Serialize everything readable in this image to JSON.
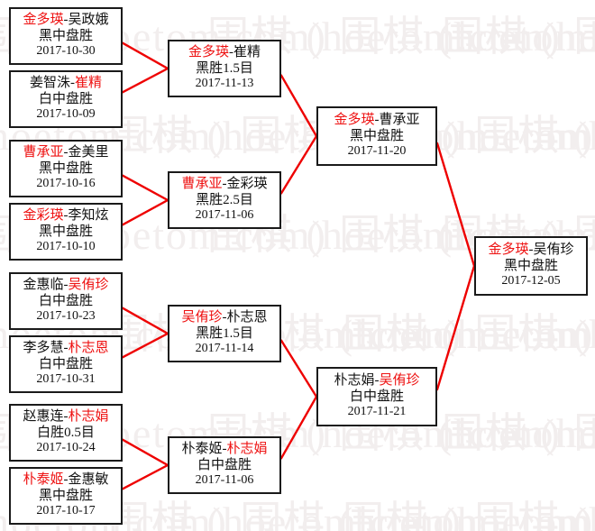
{
  "watermark": {
    "text": "围棋 (hoetom.com)",
    "color": "#f2eeee"
  },
  "colors": {
    "winner": "#ee1111",
    "loser": "#111111",
    "connector": "#ee0000",
    "box_border": "#1a1a1a",
    "background": "#ffffff"
  },
  "bracket": {
    "rounds": [
      {
        "name": "round-of-16",
        "matches": [
          {
            "player_left": "金多瑛",
            "player_right": "吴政娥",
            "winner": "left",
            "separator": "-",
            "result": "黑中盘胜",
            "date": "2017-10-30"
          },
          {
            "player_left": "姜智洙",
            "player_right": "崔精",
            "winner": "right",
            "separator": "-",
            "result": "白中盘胜",
            "date": "2017-10-09"
          },
          {
            "player_left": "曹承亚",
            "player_right": "金美里",
            "winner": "left",
            "separator": "-",
            "result": "黑中盘胜",
            "date": "2017-10-16"
          },
          {
            "player_left": "金彩瑛",
            "player_right": "李知炫",
            "winner": "left",
            "separator": "-",
            "result": "黑中盘胜",
            "date": "2017-10-10"
          },
          {
            "player_left": "金惠临",
            "player_right": "吴侑珍",
            "winner": "right",
            "separator": "-",
            "result": "白中盘胜",
            "date": "2017-10-23"
          },
          {
            "player_left": "李多慧",
            "player_right": "朴志恩",
            "winner": "right",
            "separator": "-",
            "result": "白中盘胜",
            "date": "2017-10-31"
          },
          {
            "player_left": "赵惠连",
            "player_right": "朴志娟",
            "winner": "right",
            "separator": "-",
            "result": "白胜0.5目",
            "date": "2017-10-24"
          },
          {
            "player_left": "朴泰姬",
            "player_right": "金惠敏",
            "winner": "left",
            "separator": "-",
            "result": "黑中盘胜",
            "date": "2017-10-17"
          }
        ]
      },
      {
        "name": "quarterfinals",
        "matches": [
          {
            "player_left": "金多瑛",
            "player_right": "崔精",
            "winner": "left",
            "separator": "-",
            "result": "黑胜1.5目",
            "date": "2017-11-13"
          },
          {
            "player_left": "曹承亚",
            "player_right": "金彩瑛",
            "winner": "left",
            "separator": "-",
            "result": "黑胜2.5目",
            "date": "2017-11-06"
          },
          {
            "player_left": "吴侑珍",
            "player_right": "朴志恩",
            "winner": "left",
            "separator": "-",
            "result": "黑胜1.5目",
            "date": "2017-11-14"
          },
          {
            "player_left": "朴泰姬",
            "player_right": "朴志娟",
            "winner": "right",
            "separator": "-",
            "result": "白中盘胜",
            "date": "2017-11-06"
          }
        ]
      },
      {
        "name": "semifinals",
        "matches": [
          {
            "player_left": "金多瑛",
            "player_right": "曹承亚",
            "winner": "left",
            "separator": "-",
            "result": "黑中盘胜",
            "date": "2017-11-20"
          },
          {
            "player_left": "朴志娟",
            "player_right": "吴侑珍",
            "winner": "right",
            "separator": "-",
            "result": "白中盘胜",
            "date": "2017-11-21"
          }
        ]
      },
      {
        "name": "final",
        "matches": [
          {
            "player_left": "金多瑛",
            "player_right": "吴侑珍",
            "winner": "left",
            "separator": "-",
            "result": "黑中盘胜",
            "date": "2017-12-05"
          }
        ]
      }
    ]
  }
}
